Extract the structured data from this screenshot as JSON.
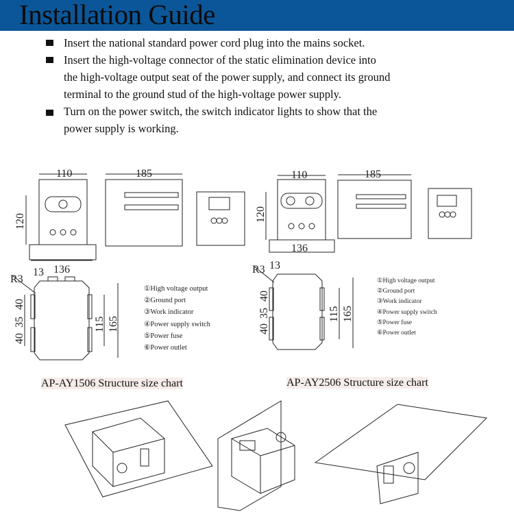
{
  "header": {
    "title": "Installation Guide"
  },
  "steps": [
    "Insert the national standard power cord plug into the mains socket.",
    "Insert the high-voltage connector of the static elimination device into the high-voltage output seat of the power supply, and connect its ground terminal to the ground stud of the high-voltage power supply.",
    "Turn on the power switch, the switch indicator lights to show that the power supply is working."
  ],
  "step_lines": [
    [
      "Insert the national standard power cord plug into the mains socket."
    ],
    [
      "Insert the high-voltage connector of the static elimination device into",
      "the high-voltage output seat of the power supply, and connect its ground",
      "terminal to the ground stud of the high-voltage power supply."
    ],
    [
      "Turn on the power switch, the switch indicator lights to show that the",
      "power supply is working."
    ]
  ],
  "dims": {
    "w110": "110",
    "h120": "120",
    "w136": "136",
    "w185": "185",
    "r3": "R3",
    "d13": "13",
    "d40a": "40",
    "d35": "35",
    "d40b": "40",
    "d115": "115",
    "d165": "165"
  },
  "legend": [
    "①High voltage output",
    "②Ground port",
    "③Work indicator",
    "④Power supply switch",
    "⑤Power fuse",
    "⑥Power outlet"
  ],
  "captions": {
    "left": "AP-AY1506 Structure size chart",
    "right": "AP-AY2506 Structure size chart"
  },
  "colors": {
    "header": "#0b5699"
  }
}
